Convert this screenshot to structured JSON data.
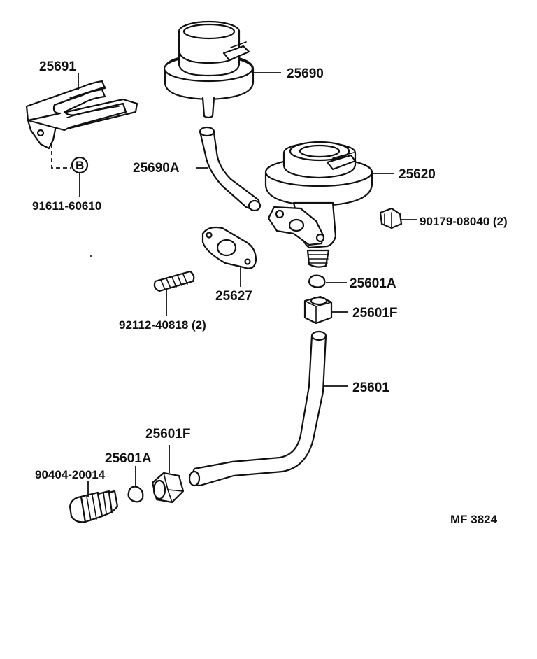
{
  "labels": {
    "p25691": "25691",
    "p25690": "25690",
    "p25690a": "25690A",
    "p25620": "25620",
    "p91611": "91611-60610",
    "bolt_marker": "B",
    "p90179": "90179-08040 (2)",
    "p25627": "25627",
    "p25601a_top": "25601A",
    "p92112": "92112-40818 (2)",
    "p25601f_top": "25601F",
    "p25601": "25601",
    "p25601f_bottom": "25601F",
    "p25601a_bottom": "25601A",
    "p90404": "90404-20014",
    "diagram_code": "MF 3824"
  }
}
